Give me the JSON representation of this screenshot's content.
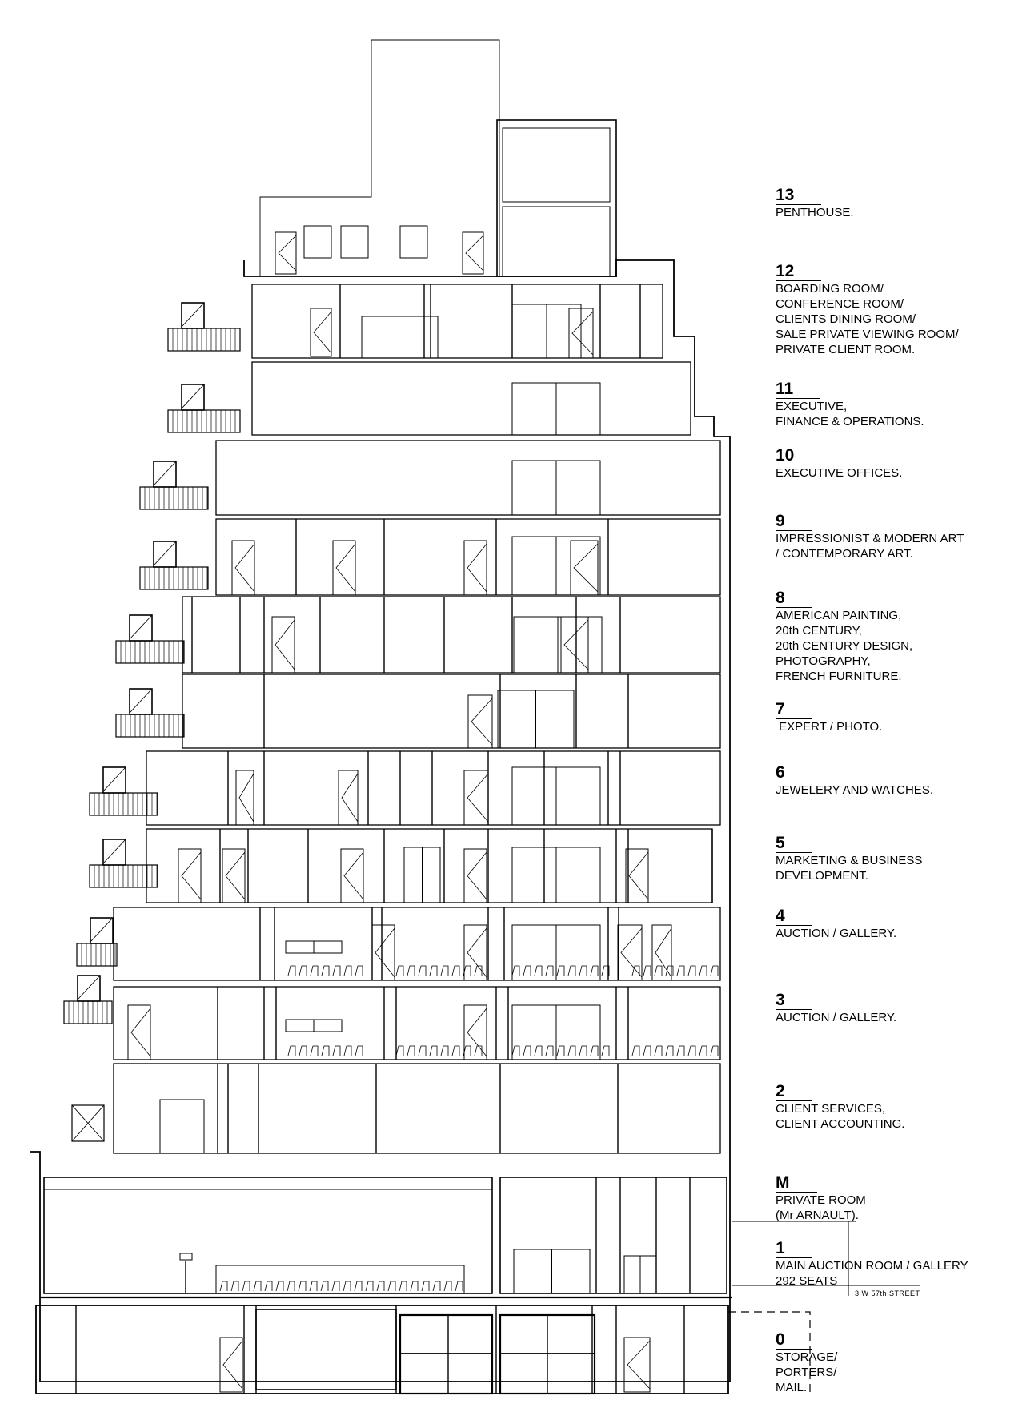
{
  "floors": [
    {
      "id": "13",
      "lines": [
        "PENTHOUSE."
      ]
    },
    {
      "id": "12",
      "lines": [
        "BOARDING ROOM/",
        "CONFERENCE ROOM/",
        "CLIENTS DINING ROOM/",
        "SALE PRIVATE VIEWING ROOM/",
        "PRIVATE CLIENT ROOM."
      ]
    },
    {
      "id": "11",
      "lines": [
        "EXECUTIVE,",
        "FINANCE & OPERATIONS."
      ]
    },
    {
      "id": "10",
      "lines": [
        "EXECUTIVE OFFICES."
      ]
    },
    {
      "id": "9",
      "lines": [
        "IMPRESSIONIST & MODERN ART",
        "/ CONTEMPORARY ART."
      ]
    },
    {
      "id": "8",
      "lines": [
        "AMERICAN PAINTING,",
        "20th CENTURY,",
        "20th CENTURY DESIGN,",
        "PHOTOGRAPHY,",
        "FRENCH FURNITURE."
      ]
    },
    {
      "id": "7",
      "lines": [
        " EXPERT / PHOTO."
      ]
    },
    {
      "id": "6",
      "lines": [
        "JEWELERY AND WATCHES."
      ]
    },
    {
      "id": "5",
      "lines": [
        "MARKETING & BUSINESS",
        "DEVELOPMENT."
      ]
    },
    {
      "id": "4",
      "lines": [
        "AUCTION / GALLERY."
      ]
    },
    {
      "id": "3",
      "lines": [
        "AUCTION / GALLERY."
      ]
    },
    {
      "id": "2",
      "lines": [
        "CLIENT SERVICES,",
        "CLIENT ACCOUNTING."
      ]
    },
    {
      "id": "M",
      "lines": [
        "PRIVATE ROOM",
        "(Mr ARNAULT)."
      ]
    },
    {
      "id": "1",
      "lines": [
        "MAIN AUCTION ROOM / GALLERY",
        "292 SEATS"
      ]
    },
    {
      "id": "0",
      "lines": [
        "STORAGE/",
        "PORTERS/",
        "MAIL."
      ]
    }
  ],
  "street_label": "3 W 57th STREET"
}
